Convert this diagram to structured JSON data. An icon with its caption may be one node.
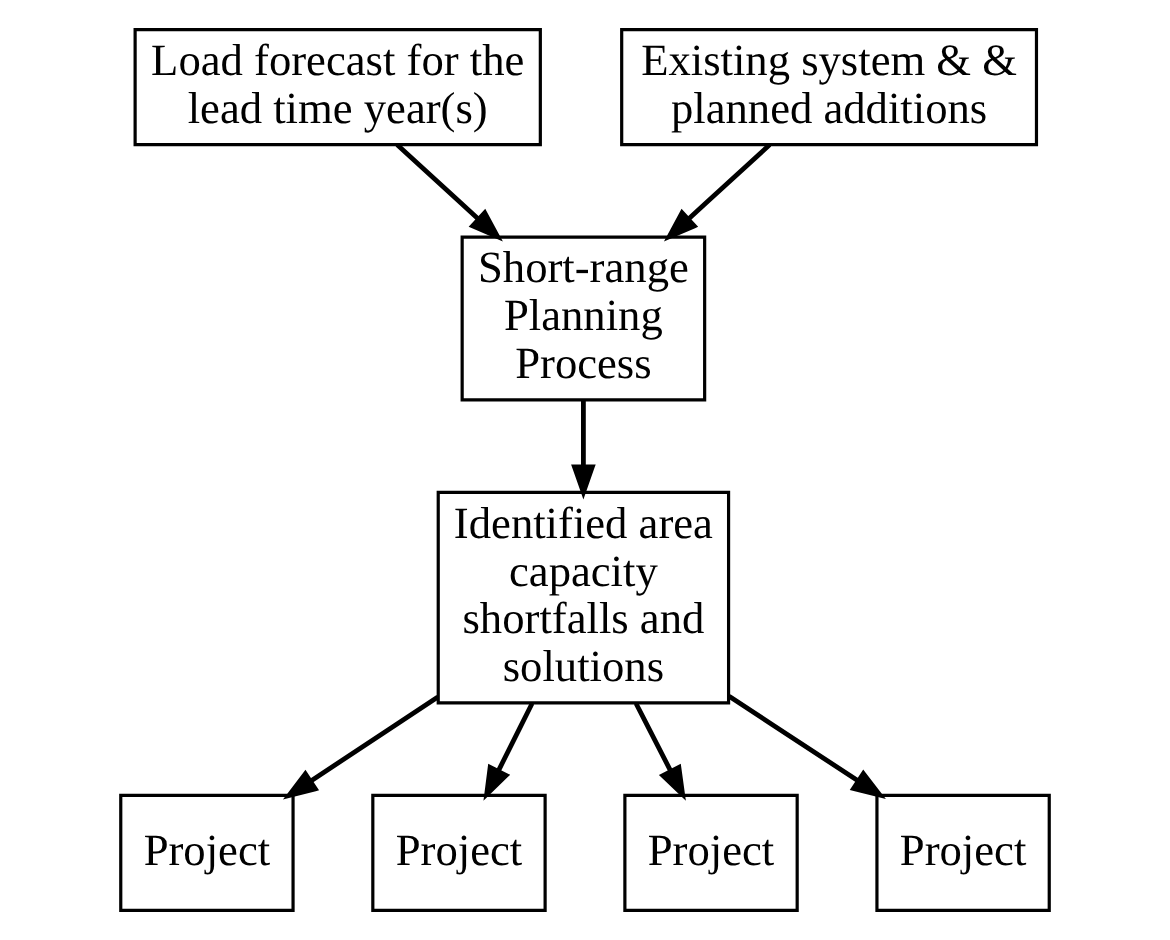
{
  "diagram": {
    "nodes": [
      {
        "text": [
          "Load forecast for the lead time year(s)"
        ]
      },
      {
        "text": [
          "Existing system & & planned additions"
        ]
      },
      {
        "text": [
          "Short-range Planning Process"
        ]
      },
      {
        "text": [
          "Identified area capacity shortfalls and solutions"
        ]
      },
      {
        "text": [
          "Project"
        ]
      },
      {
        "text": [
          "Project"
        ]
      },
      {
        "text": [
          "Project"
        ]
      },
      {
        "text": [
          "Project"
        ]
      }
    ],
    "edges": [
      {
        "from": 0,
        "to": 2,
        "arrow": "to"
      },
      {
        "from": 1,
        "to": 2,
        "arrow": "to"
      },
      {
        "from": 2,
        "to": 3,
        "arrow": "to"
      },
      {
        "from": 3,
        "to": 4,
        "arrow": "to"
      },
      {
        "from": 3,
        "to": 5,
        "arrow": "to"
      },
      {
        "from": 3,
        "to": 6,
        "arrow": "to"
      },
      {
        "from": 3,
        "to": 7,
        "arrow": "to"
      }
    ]
  }
}
